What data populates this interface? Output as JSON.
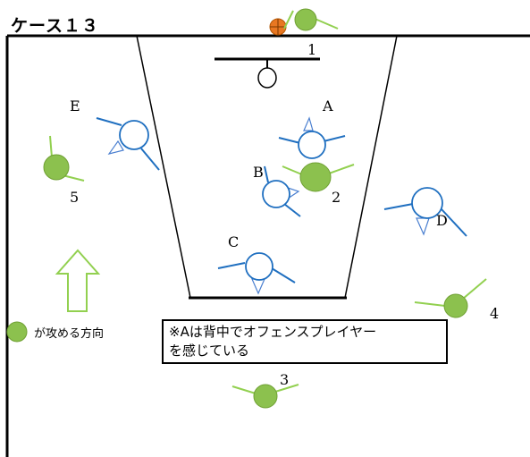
{
  "title": "ケース１３",
  "offense_players": [
    {
      "label": "1"
    },
    {
      "label": "2"
    },
    {
      "label": "3"
    },
    {
      "label": "4"
    },
    {
      "label": "5"
    }
  ],
  "defense_players": [
    {
      "label": "A"
    },
    {
      "label": "B"
    },
    {
      "label": "C"
    },
    {
      "label": "D"
    },
    {
      "label": "E"
    }
  ],
  "legend": {
    "text": "が攻める方向",
    "icon": "green-circle"
  },
  "note": {
    "line1": "※Aは背中でオフェンスプレイヤー",
    "line2": "を感じている"
  },
  "colors": {
    "offense": "#8cc14e",
    "offense_arms": "#92d050",
    "defense": "#1f6fc0",
    "ball": "#e87722",
    "arrow": "#92d050"
  }
}
